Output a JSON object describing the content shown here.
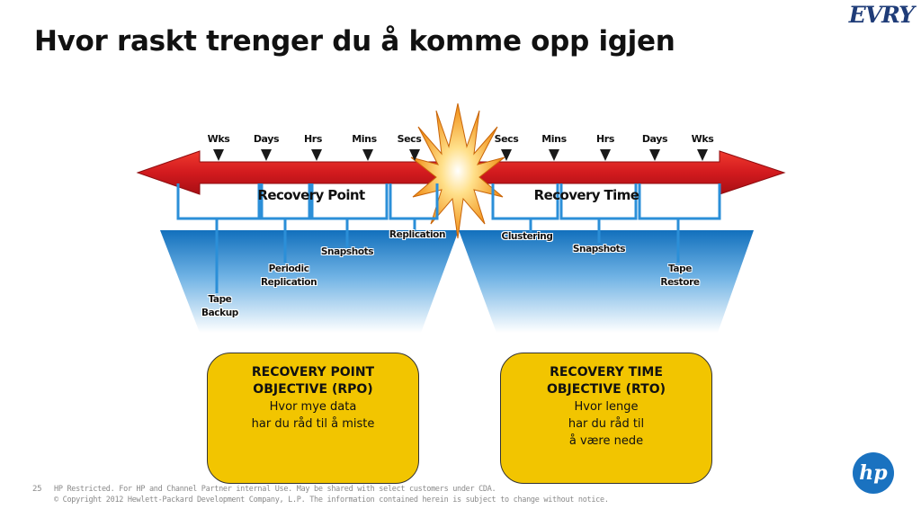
{
  "title": "Hvor raskt trenger du å komme opp igjen",
  "brand_logo": "EVRY",
  "left": {
    "ticks": [
      "Wks",
      "Days",
      "Hrs",
      "Mins",
      "Secs"
    ],
    "bar_label": "Recovery Point",
    "technologies": [
      {
        "label": "Tape Backup",
        "lines": [
          "Tape",
          "Backup"
        ]
      },
      {
        "label": "Periodic Replication",
        "lines": [
          "Periodic",
          "Replication"
        ]
      },
      {
        "label": "Snapshots",
        "lines": [
          "Snapshots"
        ]
      },
      {
        "label": "Replication",
        "lines": [
          "Replication"
        ]
      }
    ]
  },
  "right": {
    "ticks": [
      "Secs",
      "Mins",
      "Hrs",
      "Days",
      "Wks"
    ],
    "bar_label": "Recovery Time",
    "technologies": [
      {
        "label": "Clustering",
        "lines": [
          "Clustering"
        ]
      },
      {
        "label": "Snapshots",
        "lines": [
          "Snapshots"
        ]
      },
      {
        "label": "Tape Restore",
        "lines": [
          "Tape",
          "Restore"
        ]
      }
    ]
  },
  "rpo_box": {
    "title_lines": [
      "RECOVERY POINT",
      "OBJECTIVE (RPO)"
    ],
    "desc_lines": [
      "Hvor mye data",
      "har du råd til å miste"
    ]
  },
  "rto_box": {
    "title_lines": [
      "RECOVERY TIME",
      "OBJECTIVE (RTO)"
    ],
    "desc_lines": [
      "Hvor lenge",
      "har du råd til",
      "å være nede"
    ]
  },
  "footer": {
    "page_number": "25",
    "line1": "HP Restricted. For HP and Channel Partner internal Use. May be shared with select customers under CDA.",
    "line2": "© Copyright 2012 Hewlett-Packard Development Company, L.P.  The information contained herein is subject to change without notice."
  },
  "hp_logo": "hp",
  "colors": {
    "arrow_red": "#d71920",
    "bracket_blue": "#2b8fd8",
    "funnel_top": "#1878c2",
    "funnel_bottom": "#ffffff",
    "box_yellow": "#f2c500",
    "burst_orange": "#f39a1c"
  }
}
